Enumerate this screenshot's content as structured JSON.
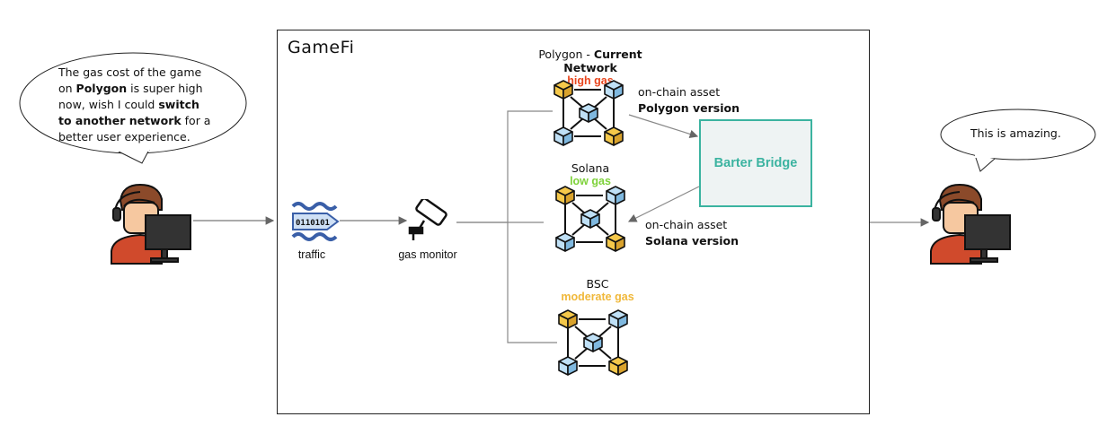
{
  "title": "GameFi",
  "left_bubble": {
    "line1": "The gas cost of the game",
    "line2_pre": "on ",
    "line2_bold": "Polygon",
    "line2_post": " is super high",
    "line3": "now, wish I could ",
    "line3_bold": "switch",
    "line4_bold": "to another network",
    "line4_post": " for a",
    "line5": "better user experience."
  },
  "right_bubble": {
    "text": "This is amazing."
  },
  "traffic": {
    "label": "traffic",
    "binary": "0110101"
  },
  "monitor": {
    "label": "gas monitor"
  },
  "networks": [
    {
      "name_pre": "Polygon - ",
      "name_bold": "Current Network",
      "gas": "high gas",
      "gas_color": "#e8461e"
    },
    {
      "name_pre": "Solana",
      "name_bold": "",
      "gas": "low gas",
      "gas_color": "#7ed23a"
    },
    {
      "name_pre": "BSC",
      "name_bold": "",
      "gas": "moderate gas",
      "gas_color": "#f0b83a"
    }
  ],
  "assets": [
    {
      "line1": "on-chain asset",
      "line2": "Polygon version"
    },
    {
      "line1": "on-chain asset",
      "line2": "Solana version"
    }
  ],
  "bridge": {
    "label": "Barter Bridge",
    "color": "#3bb3a0"
  },
  "icons": [
    "user-at-computer-icon",
    "data-traffic-icon",
    "security-camera-icon",
    "blockchain-network-icon"
  ]
}
